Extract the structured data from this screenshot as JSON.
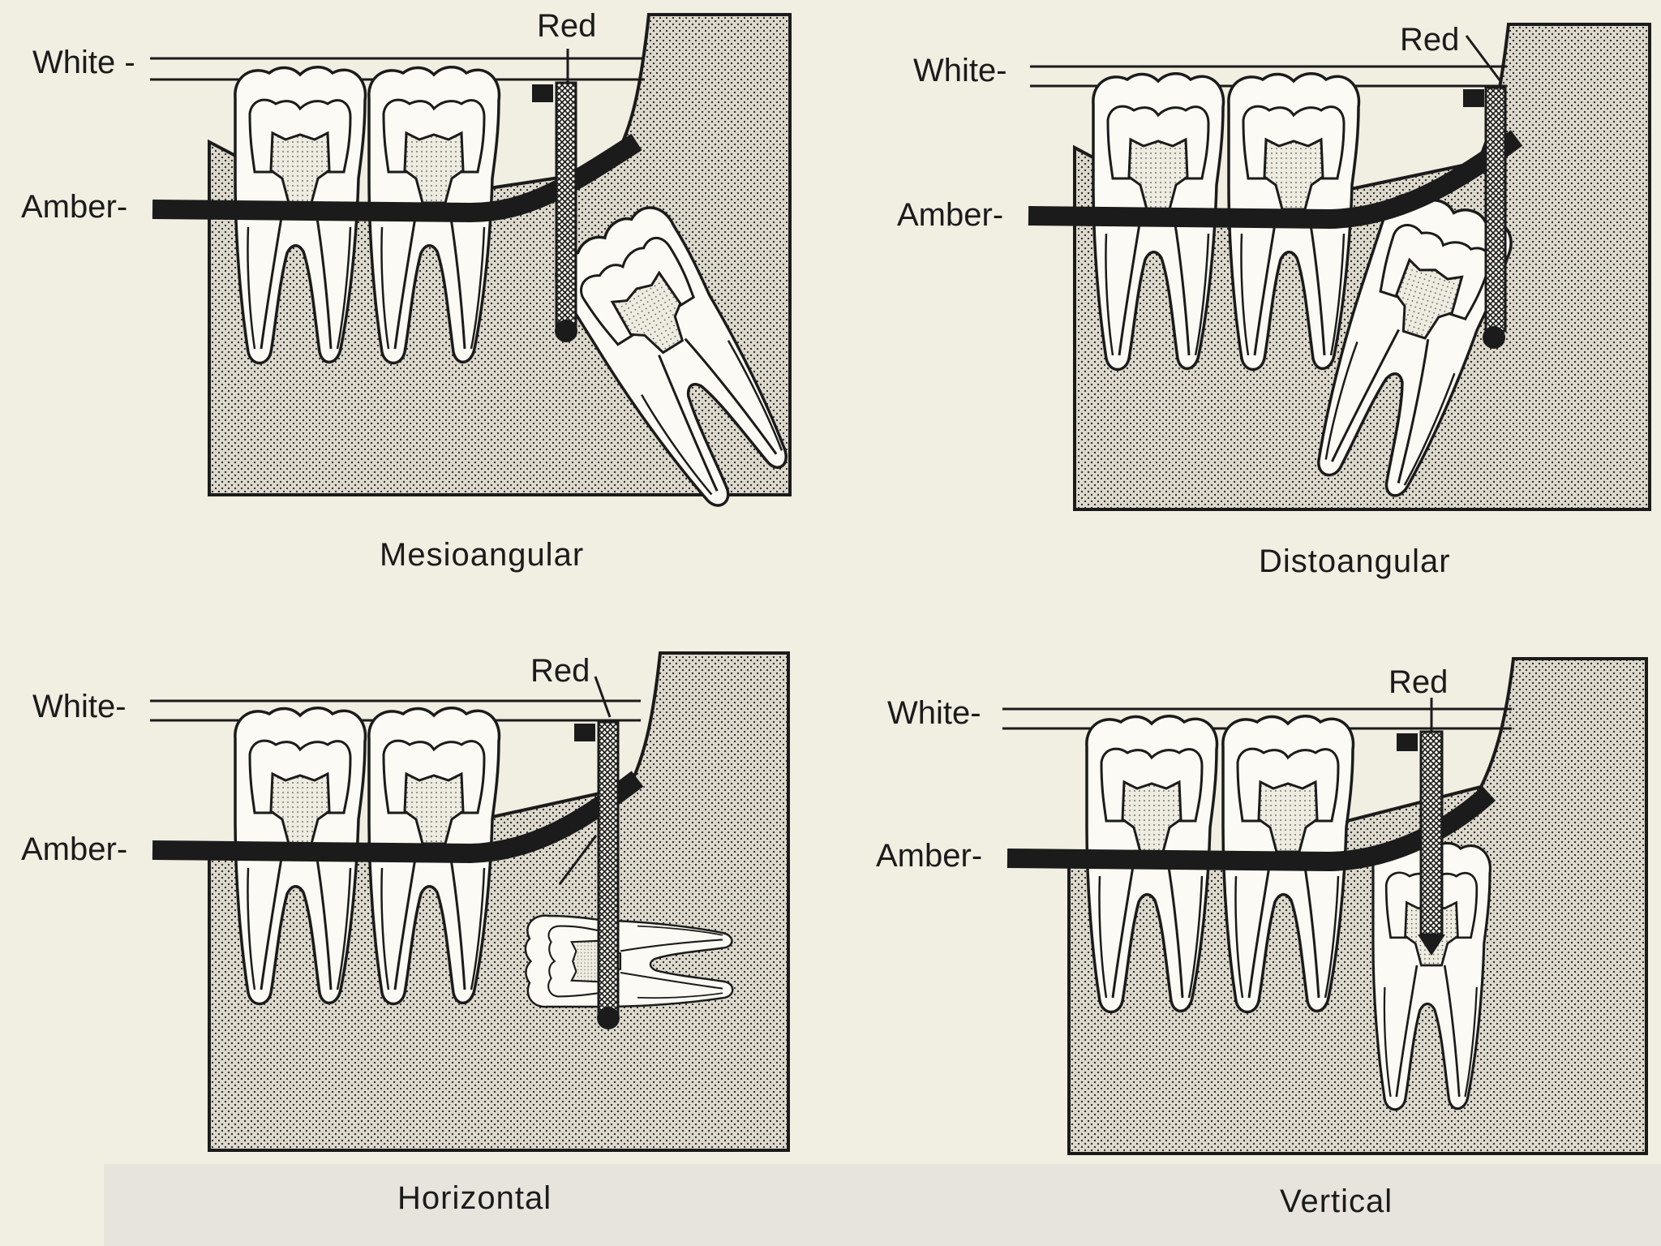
{
  "figure": {
    "colors": {
      "paper": "#f1eee2",
      "ink": "#1b1b1b",
      "bone_fill": "#dcd8cc",
      "pulp_fill": "#e4e0d4",
      "lower_band": "#e6e4dc"
    },
    "panels": [
      {
        "id": "mesioangular",
        "caption": "Mesioangular",
        "labels": {
          "white": "White -",
          "amber": "Amber-",
          "red": "Red"
        }
      },
      {
        "id": "distoangular",
        "caption": "Distoangular",
        "labels": {
          "white": "White-",
          "amber": "Amber-",
          "red": "Red"
        }
      },
      {
        "id": "horizontal",
        "caption": "Horizontal",
        "labels": {
          "white": "White-",
          "amber": "Amber-",
          "red": "Red"
        }
      },
      {
        "id": "vertical",
        "caption": "Vertical",
        "labels": {
          "white": "White-",
          "amber": "Amber-",
          "red": "Red"
        }
      }
    ]
  }
}
